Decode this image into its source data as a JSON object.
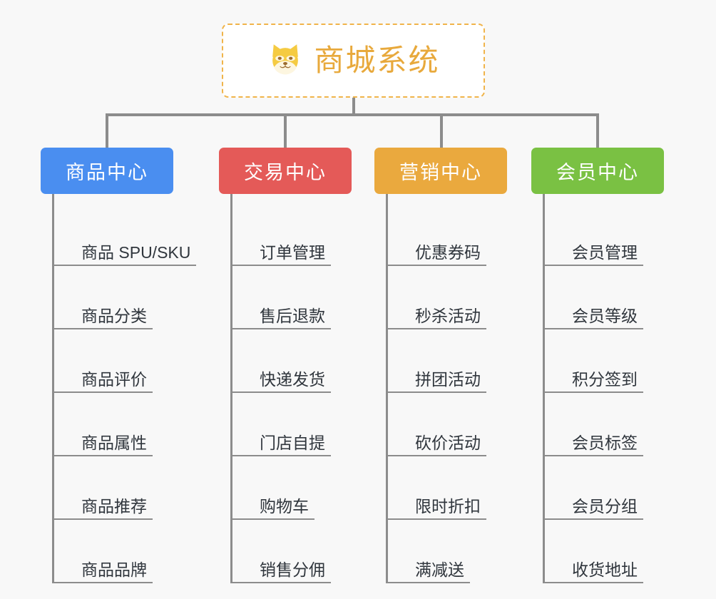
{
  "background_color": "#f8f8f8",
  "root": {
    "icon": "dog-face-icon",
    "title": "商城系统",
    "title_color": "#e8a93c",
    "border_color": "#f0b44a",
    "background_color": "#ffffff"
  },
  "connector_color": "#8c8c8c",
  "branches": [
    {
      "header": "商品中心",
      "color": "#4a8ef0",
      "leaves": [
        "商品 SPU/SKU",
        "商品分类",
        "商品评价",
        "商品属性",
        "商品推荐",
        "商品品牌"
      ]
    },
    {
      "header": "交易中心",
      "color": "#e45a58",
      "leaves": [
        "订单管理",
        "售后退款",
        "快递发货",
        "门店自提",
        "购物车",
        "销售分佣"
      ]
    },
    {
      "header": "营销中心",
      "color": "#eaa93e",
      "leaves": [
        "优惠券码",
        "秒杀活动",
        "拼团活动",
        "砍价活动",
        "限时折扣",
        "满减送"
      ]
    },
    {
      "header": "会员中心",
      "color": "#7ac143",
      "leaves": [
        "会员管理",
        "会员等级",
        "积分签到",
        "会员标签",
        "会员分组",
        "收货地址"
      ]
    }
  ]
}
